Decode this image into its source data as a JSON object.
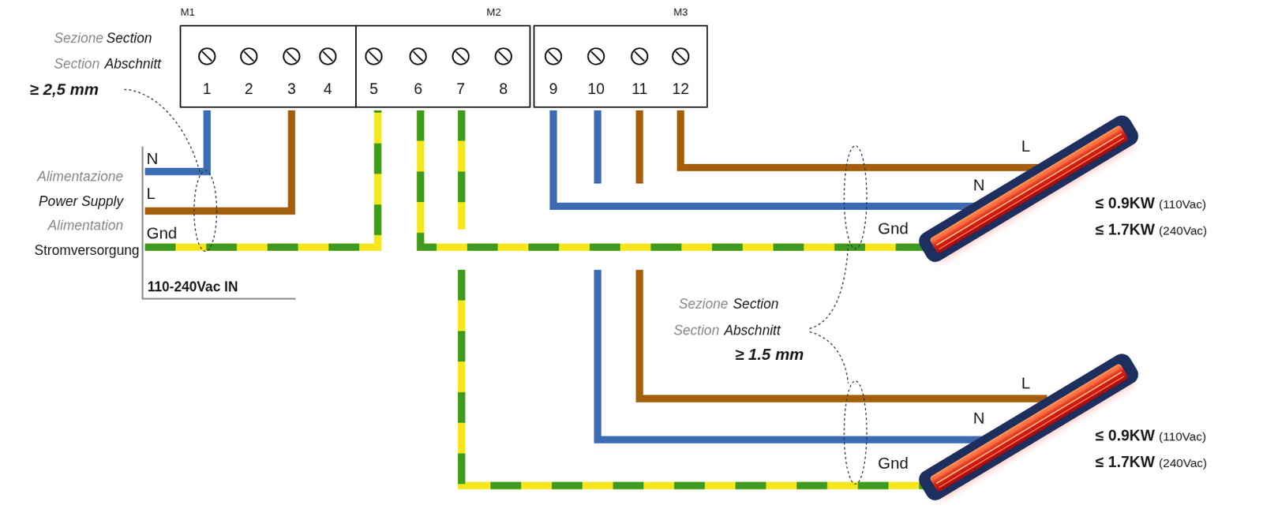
{
  "diagram": {
    "nodes": [
      {
        "text": [
          "M1",
          "1",
          "2",
          "3",
          "4"
        ]
      },
      {
        "text": [
          "M2",
          "5",
          "6",
          "7",
          "8"
        ]
      },
      {
        "text": [
          "M3",
          "9",
          "10",
          "11",
          "12"
        ]
      }
    ],
    "labels": [
      "Sezione",
      "Section",
      "Section",
      "Abschnitt",
      "≥ 2,5 mm",
      "N",
      "L",
      "Gnd",
      "Alimentazione",
      "Power Supply",
      "Alimentation",
      "Stromversorgung",
      "110-240Vac IN",
      "L",
      "N",
      "Gnd",
      "≤ 0.9KW",
      "(110Vac)",
      "≤ 1.7KW",
      "(240Vac)",
      "Sezione",
      "Section",
      "Section",
      "Abschnitt",
      "≥ 1.5 mm",
      "L",
      "N",
      "Gnd",
      "≤ 0.9KW",
      "(110Vac)",
      "≤ 1.7KW",
      "(240Vac)"
    ]
  }
}
